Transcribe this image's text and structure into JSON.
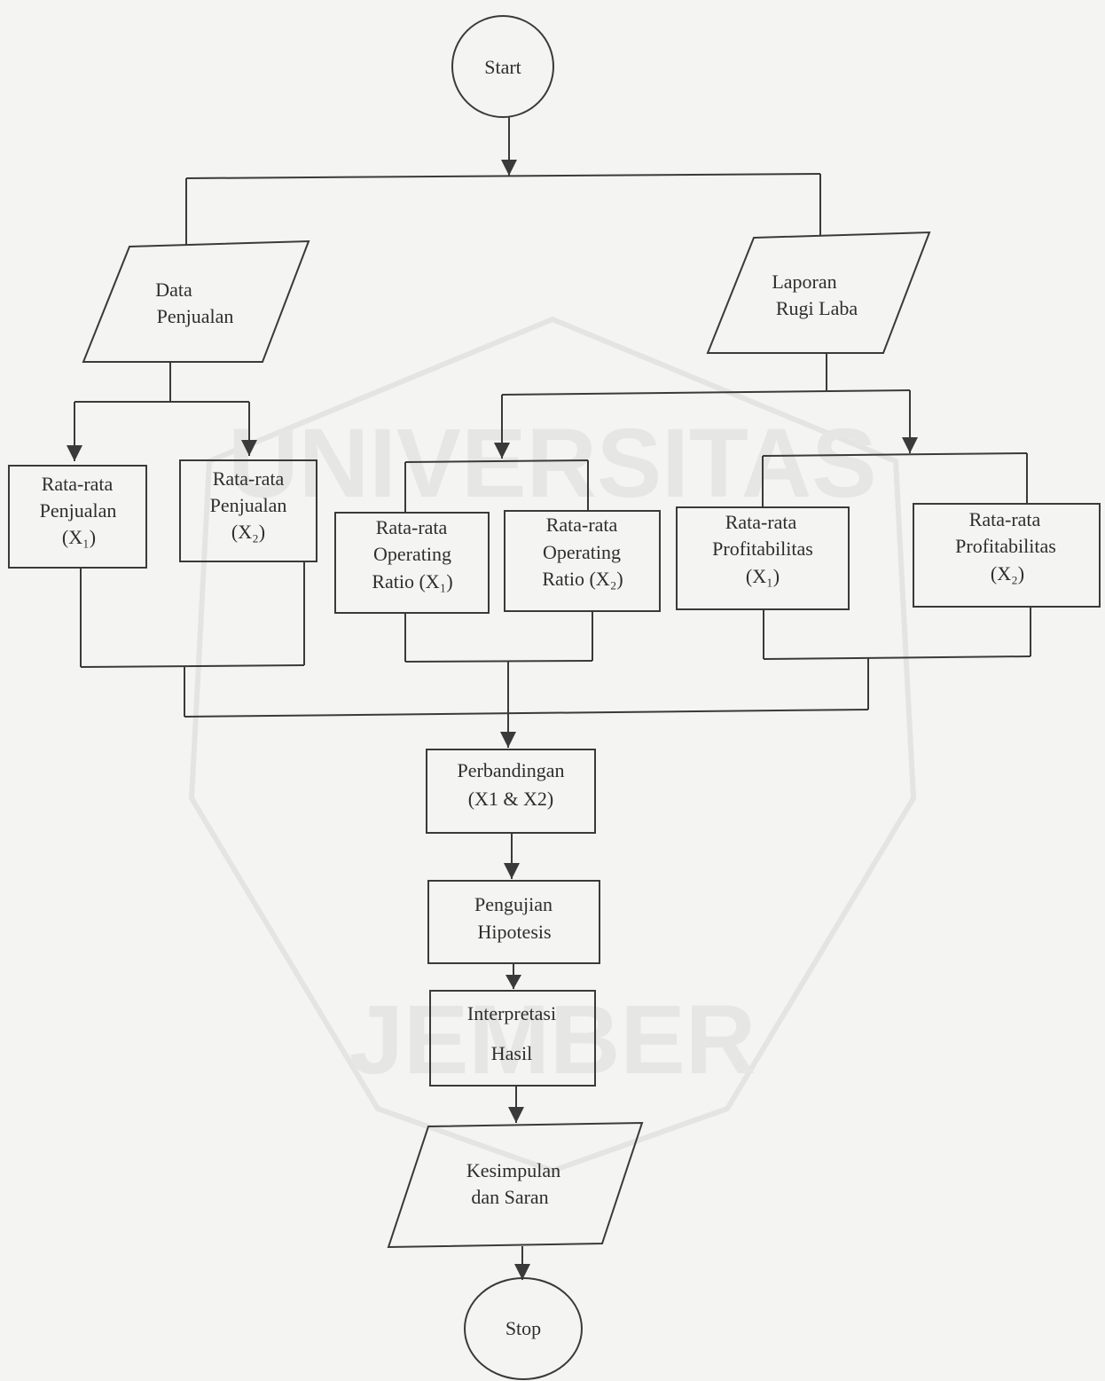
{
  "watermark": {
    "top_text": "UNIVERSITAS",
    "bottom_text": "JEMBER"
  },
  "nodes": {
    "start": {
      "lines": [
        "Start"
      ]
    },
    "data_penjualan": {
      "lines": [
        "Data",
        "Penjualan"
      ]
    },
    "laporan_rugi_laba": {
      "lines": [
        "Laporan",
        "Rugi Laba"
      ]
    },
    "rata_penjualan_x1": {
      "lines": [
        "Rata-rata",
        "Penjualan",
        "(X₁)"
      ]
    },
    "rata_penjualan_x2": {
      "lines": [
        "Rata-rata",
        "Penjualan",
        "(X₂)"
      ]
    },
    "rata_operating_x1": {
      "lines": [
        "Rata-rata",
        "Operating",
        "Ratio (X₁)"
      ]
    },
    "rata_operating_x2": {
      "lines": [
        "Rata-rata",
        "Operating",
        "Ratio (X₂)"
      ]
    },
    "rata_profit_x1": {
      "lines": [
        "Rata-rata",
        "Profitabilitas",
        "(X₁)"
      ]
    },
    "rata_profit_x2": {
      "lines": [
        "Rata-rata",
        "Profitabilitas",
        "(X₂)"
      ]
    },
    "perbandingan": {
      "lines": [
        "Perbandingan",
        "(X1 & X2)"
      ]
    },
    "pengujian": {
      "lines": [
        "Pengujian",
        "Hipotesis"
      ]
    },
    "interpretasi": {
      "lines": [
        "Interpretasi",
        "Hasil"
      ]
    },
    "kesimpulan": {
      "lines": [
        "Kesimpulan",
        "dan Saran"
      ]
    },
    "stop": {
      "lines": [
        "Stop"
      ]
    }
  },
  "colors": {
    "stroke": "#3a3a3a",
    "text": "#2e2e2e",
    "paper": "#f4f4f2",
    "watermark": "#e4e4e2"
  }
}
